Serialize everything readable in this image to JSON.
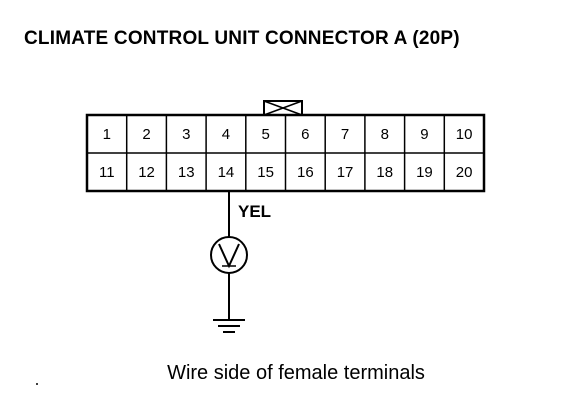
{
  "title": "CLIMATE CONTROL UNIT CONNECTOR A (20P)",
  "connector": {
    "rows": [
      [
        "1",
        "2",
        "3",
        "4",
        "5",
        "6",
        "7",
        "8",
        "9",
        "10"
      ],
      [
        "11",
        "12",
        "13",
        "14",
        "15",
        "16",
        "17",
        "18",
        "19",
        "20"
      ]
    ],
    "probed_terminal": "14",
    "wire_color": "YEL"
  },
  "meter_icon": "voltmeter-icon",
  "ground_icon": "ground-icon",
  "caption": "Wire side of female terminals"
}
